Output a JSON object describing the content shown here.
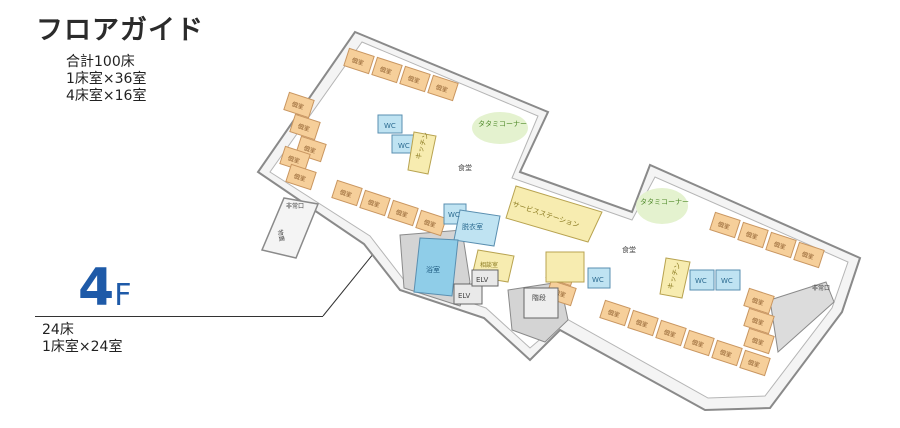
{
  "title": "フロアガイド",
  "summary": [
    "合計100床",
    "1床室×36室",
    "4床室×16室"
  ],
  "floor": {
    "number": "4",
    "unit": "F"
  },
  "floor_info": [
    "24床",
    "1床室×24室"
  ],
  "labels": {
    "private_room": "個室",
    "wc": "WC",
    "kitchen": "キッチン",
    "dining": "食堂",
    "tatami_1": "タタミコーナー",
    "tatami_2": "タタミコーナー",
    "service_station": "サービスステーション",
    "changing_room": "脱衣室",
    "bath": "浴室",
    "elv": "ELV",
    "stairs": "階段",
    "emergency_exit": "非常口",
    "storage": "物置",
    "staff": "相談室",
    "exit_2": "非常口"
  },
  "colors": {
    "room_fill": "#f6cf9a",
    "room_stroke": "#c99660",
    "wc_fill": "#bfe3f2",
    "bath_fill": "#8fcde8",
    "service_fill": "#f7ecb0",
    "kitchen_fill": "#f7ecb0",
    "tatami_fill": "#dff0c8",
    "wall": "#8a8a8a",
    "floor_fill": "#f2f2f2",
    "core_fill": "#d6d6d6",
    "title_blue": "#1e5aa8"
  }
}
